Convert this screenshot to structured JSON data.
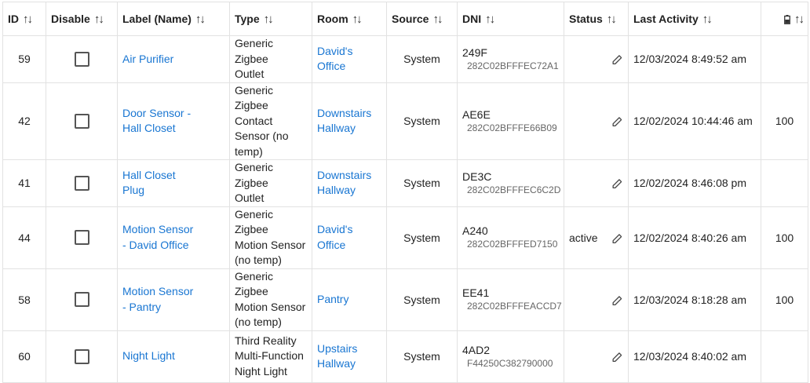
{
  "headers": {
    "id": "ID",
    "disable": "Disable",
    "label": "Label (Name)",
    "type": "Type",
    "room": "Room",
    "source": "Source",
    "dni": "DNI",
    "status": "Status",
    "last_activity": "Last Activity",
    "battery_icon": "battery-icon",
    "sort_glyph": "↑↓"
  },
  "rows": [
    {
      "id": "59",
      "label_lines": [
        "Air Purifier"
      ],
      "type_lines": [
        "Generic Zigbee",
        "Outlet"
      ],
      "room_lines": [
        "David's",
        "Office"
      ],
      "source": "System",
      "dni": "249F",
      "dni_sub": "282C02BFFFEC72A1",
      "status": "",
      "last_activity": "12/03/2024 8:49:52 am",
      "battery": ""
    },
    {
      "id": "42",
      "label_lines": [
        "Door Sensor -",
        "Hall Closet"
      ],
      "type_lines": [
        "Generic Zigbee",
        "Contact",
        "Sensor (no",
        "temp)"
      ],
      "room_lines": [
        "Downstairs",
        "Hallway"
      ],
      "source": "System",
      "dni": "AE6E",
      "dni_sub": "282C02BFFFE66B09",
      "status": "",
      "last_activity": "12/02/2024 10:44:46 am",
      "battery": "100"
    },
    {
      "id": "41",
      "label_lines": [
        "Hall Closet",
        "Plug"
      ],
      "type_lines": [
        "Generic Zigbee",
        "Outlet"
      ],
      "room_lines": [
        "Downstairs",
        "Hallway"
      ],
      "source": "System",
      "dni": "DE3C",
      "dni_sub": "282C02BFFFEC6C2D",
      "status": "",
      "last_activity": "12/02/2024 8:46:08 pm",
      "battery": ""
    },
    {
      "id": "44",
      "label_lines": [
        "Motion Sensor",
        "- David Office"
      ],
      "type_lines": [
        "Generic Zigbee",
        "Motion Sensor",
        "(no temp)"
      ],
      "room_lines": [
        "David's",
        "Office"
      ],
      "source": "System",
      "dni": "A240",
      "dni_sub": "282C02BFFFED7150",
      "status": "active",
      "last_activity": "12/02/2024 8:40:26 am",
      "battery": "100"
    },
    {
      "id": "58",
      "label_lines": [
        "Motion Sensor",
        "- Pantry"
      ],
      "type_lines": [
        "Generic Zigbee",
        "Motion Sensor",
        "(no temp)"
      ],
      "room_lines": [
        "Pantry"
      ],
      "source": "System",
      "dni": "EE41",
      "dni_sub": "282C02BFFFEACCD7",
      "status": "",
      "last_activity": "12/03/2024 8:18:28 am",
      "battery": "100"
    },
    {
      "id": "60",
      "label_lines": [
        "Night Light"
      ],
      "type_lines": [
        "Third Reality",
        "Multi-Function",
        "Night Light"
      ],
      "room_lines": [
        "Upstairs",
        "Hallway"
      ],
      "source": "System",
      "dni": "4AD2",
      "dni_sub": "F44250C382790000",
      "status": "",
      "last_activity": "12/03/2024 8:40:02 am",
      "battery": ""
    }
  ]
}
